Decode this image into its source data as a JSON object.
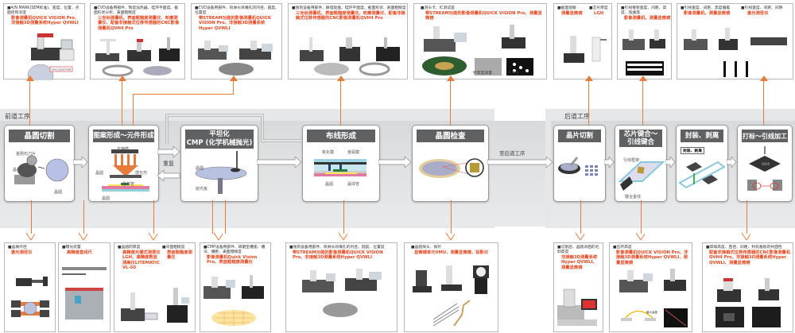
{
  "sections": {
    "front": "前道工序",
    "back": "后道工序",
    "to_back": "至后道工序",
    "repeat": "重复"
  },
  "processes": [
    {
      "id": "wafer-dicing",
      "title": "晶圆切割",
      "labels": [
        "金刚石刀片",
        "晶棒",
        "晶圆"
      ]
    },
    {
      "id": "patterning",
      "title": "图案形成～元件形成",
      "labels": [
        "光掩模",
        "晶圆",
        "感光剂",
        "晶体管",
        "晶圆"
      ]
    },
    {
      "id": "cmp",
      "title_line1": "平坦化",
      "title_line2": "CMP (化学机械抛光)",
      "labels": [
        "晶圆",
        "抛光板"
      ]
    },
    {
      "id": "wiring",
      "title": "布线形成",
      "labels": [
        "氧化膜",
        "金属膜",
        "晶圆",
        "晶体管"
      ]
    },
    {
      "id": "wafer-inspection",
      "title": "晶圆检查",
      "labels": []
    },
    {
      "id": "chip-dicing",
      "title": "晶片切割",
      "labels": []
    },
    {
      "id": "bonding",
      "title_line1": "芯片键合～",
      "title_line2": "引线键合",
      "labels": [
        "引线框架",
        "键合金线"
      ]
    },
    {
      "id": "packaging",
      "title": "封装、剥离",
      "labels": [
        "封装、剥离"
      ]
    },
    {
      "id": "marking",
      "title": "打标～引线加工",
      "labels": [
        "0000"
      ]
    }
  ],
  "top_cards": [
    {
      "title": "■A/N MARK(SEM标准)、宽度、位置、点面径和深度",
      "products": "影像测量机QUICK VISION Pro、非接触3D测量系统Hyper QVWLI",
      "extra": "MACCODESTAIN"
    },
    {
      "title": "■CVD设备用部件、陶瓷加热器、硅环平面度、截面形状分析、表面粗糙度",
      "products": "三坐标测量机、表面粗糙度测量仪、轮廓测量仪、配备非接触式位移传感器的CNC影像测量机QVH4 Pro"
    },
    {
      "title": "■CVD设备用部件、喷淋头喷嘴孔的内径、圆度、位置度",
      "products": "带STREAM功能的影像测量机QUICK VISION Pro、非接触3D测量系统Hyper QVWLI"
    },
    {
      "title": "■蚀刻设备用部件、静电吸盘、硅环平面度、截面形状、表面粗糙度",
      "products": "三坐标测量机、表面粗糙度测量仪、轮廓测量仪、配备非接触式位移传感器的CNC影像测量机QVH4 Pro"
    },
    {
      "title": "■测头卡、IC测试座",
      "products": "带STREAM功能的影像测量机QUICK VISION Pro、测量显微镜",
      "captions": [
        "针高度测量",
        "孔测量"
      ]
    },
    {
      "title": "■截面观察",
      "products": "测量显微镜",
      "title2": "■芯片厚度",
      "products2": "LGH"
    },
    {
      "title": "■引线框架宽度、间距、高度、弦曲等",
      "products": "影像测量机、测量显微镜"
    },
    {
      "title": "■引线宽度、间距、高度偏差",
      "products": "影像测量机、测量显微镜",
      "title2": "■引线宽度、间距、间隙",
      "products2": "激光测径仪"
    }
  ],
  "bottom_cards": [
    {
      "title": "■晶棒外径",
      "products": "激光测径仪"
    },
    {
      "title": "■曝光装置",
      "products": "高精度直线尺"
    },
    {
      "title": "■晶圆的厚度",
      "products": "高精度光栅式测厚仪LGH、高精度数显测高仪LITEMATIC VL-50",
      "title2": "■背面粗糙度",
      "products2": "表面粗糙度测量仪"
    },
    {
      "title": "■CMP设备用部件、研磨垫槽宽、槽深、槽距、表面粗糙度",
      "products": "影像测量机Quick Vision Pro、表面粗糙度测量仪"
    },
    {
      "title": "■蚀刻设备用部件、喷淋头喷嘴孔的内径、圆度、位置度",
      "products": "带STREAM功能的影像测量机QUICK VISION Pro、非接触3D测量系统Hyper QVWLI"
    },
    {
      "title": "■晶圆探头、探针",
      "products": "显微镜单元VMU、测量显微镜、投影仪"
    },
    {
      "title": "■切割后、晶圆背面的毛刺高度",
      "products": "非接触3D测量系统Hyper QVWLI、测量显微镜"
    },
    {
      "title": "■压环高度",
      "products": "影像测量机QUICK VISION Pro、非接触3D测量系统Hyper QVWLI、测量显微镜",
      "caption": "最大高度"
    },
    {
      "title": "■焊球高度、直径、间距、封装基板的共面性",
      "products": "配备非接触式位移传感器的CNC影像测量机QVH4 Pro、非接触3D测量系统Hyper QVWLI、测量显微镜"
    }
  ],
  "colors": {
    "accent": "#e8461e",
    "connector": "#e77b3c",
    "title_bar": "#5f6062",
    "band": "#e6e7e9"
  }
}
